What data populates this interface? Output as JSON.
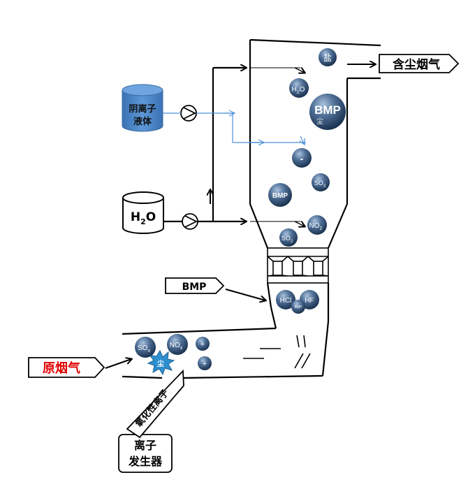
{
  "labels": {
    "dusty_gas": "含尘烟气",
    "raw_gas": "原烟气",
    "anion_liquid_l1": "阴离子",
    "anion_liquid_l2": "液体",
    "water_main": "H",
    "water_sub": "2",
    "water_end": "O",
    "bmp_input": "BMP",
    "ion_gen_l1": "离子",
    "ion_gen_l2": "发生器",
    "oxidizing_ions": "氧化性离子"
  },
  "particles": {
    "salt": "盐",
    "h2o_main": "H",
    "h2o_sub": "2",
    "h2o_end": "O",
    "bmp_large": "BMP",
    "dust": "尘",
    "anion": "-",
    "so3_main": "SO",
    "so3_sub": "3",
    "bmp_mid": "BMP",
    "no2_main": "NO",
    "no2_sub": "2",
    "so2_main": "SO",
    "so2_sub": "2",
    "hcl": "HCl",
    "hf": "HF",
    "bmp_small": "BMP",
    "sox_main": "SO",
    "sox_sub": "x",
    "nox_main": "NO",
    "nox_sub": "x",
    "cation": "+"
  },
  "colors": {
    "ball_light": "#7d9fc4",
    "ball_dark": "#1d3553",
    "tank_blue": "#4f87c7",
    "pipe_blue": "#4a90d9",
    "raw_gas_red": "#e00000"
  }
}
